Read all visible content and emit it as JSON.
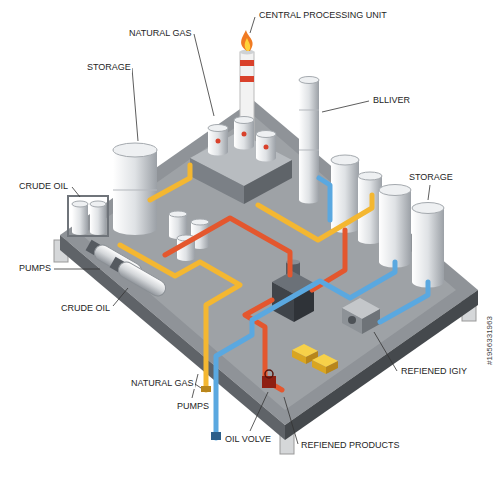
{
  "diagram": {
    "labels": [
      "CENTRAL PROCESSING UNIT",
      "NATURAL GAS",
      "STORAGE",
      "BLLIVER",
      "STORAGE",
      "CRUDE OIL",
      "PUMPS",
      "CRUDE OIL",
      "REFIENED IGIY",
      "NATURAL GAS",
      "PUMPS",
      "REFIENED PRODUCTS",
      "OIL VOLVE",
      "#1956331963"
    ]
  }
}
